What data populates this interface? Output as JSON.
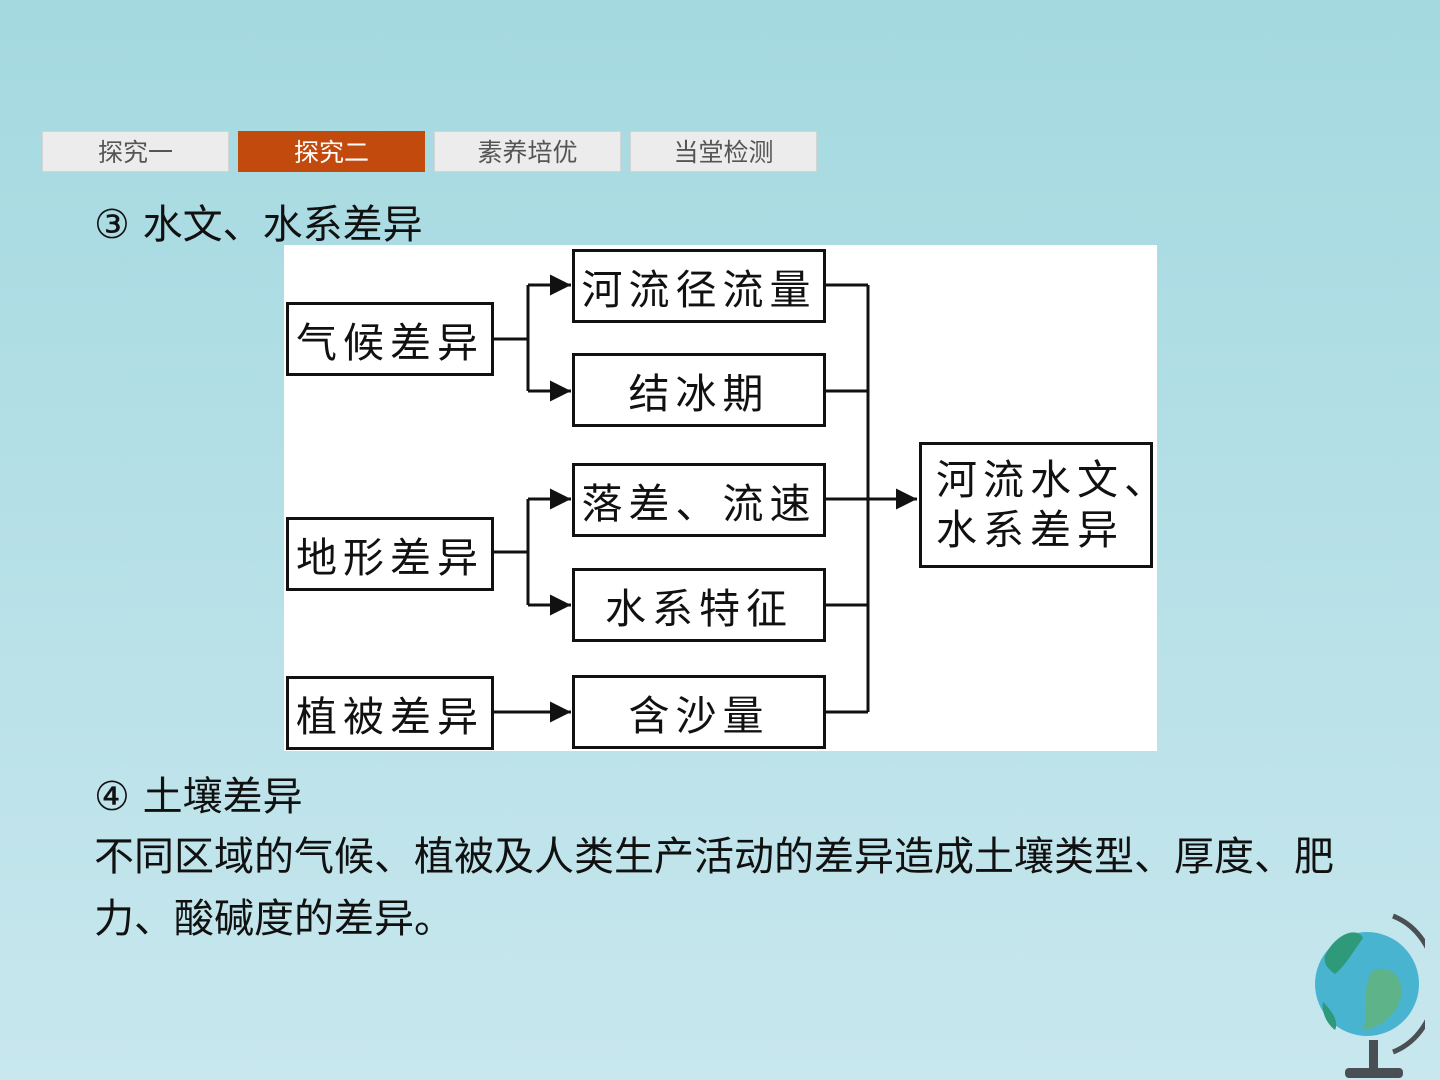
{
  "tabs": [
    {
      "label": "探究一",
      "active": false
    },
    {
      "label": "探究二",
      "active": true
    },
    {
      "label": "素养培优",
      "active": false
    },
    {
      "label": "当堂检测",
      "active": false
    }
  ],
  "section3_title": "③ 水文、水系差异",
  "diagram": {
    "sources": {
      "climate": "气候差异",
      "terrain": "地形差异",
      "vegetation": "植被差异"
    },
    "effects": {
      "runoff": "河流径流量",
      "freeze": "结冰期",
      "drop_speed": "落差、流速",
      "river_system": "水系特征",
      "sediment": "含沙量"
    },
    "result_lines": [
      "河流水文、",
      "水系差异"
    ]
  },
  "section4_title": "④ 土壤差异",
  "section4_text": "不同区域的气候、植被及人类生产活动的差异造成土壤类型、厚度、肥力、酸碱度的差异。",
  "globe_icon": "globe-icon",
  "colors": {
    "background": "#a4d9e0",
    "active_tab": "#c24a0c",
    "inactive_tab": "#ececec"
  }
}
